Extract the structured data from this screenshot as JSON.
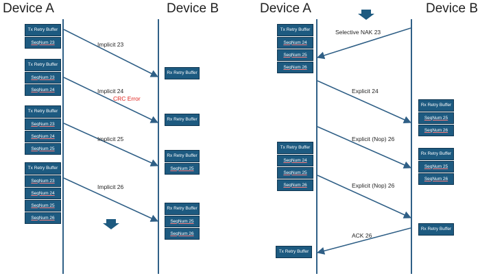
{
  "headers": {
    "left_device_a": "Device A",
    "left_device_b": "Device B",
    "right_device_a": "Device A",
    "right_device_b": "Device B"
  },
  "common": {
    "tx_retry": "Tx Retry Buffer",
    "rx_retry": "Rx Retry Buffer",
    "seq23": "SeqNum 23",
    "seq24": "SeqNum 24",
    "seq25": "SeqNum 25",
    "seq26": "SeqNum 26"
  },
  "left_messages": {
    "m1": "Implicit 23",
    "m2": "Implicit 24",
    "m2_error": "CRC Error",
    "m3": "Implicit 25",
    "m4": "Implicit 26"
  },
  "right_messages": {
    "m1": "Selective NAK 23",
    "m2": "Explicit 24",
    "m3": "Explicit (Nop) 26",
    "m4": "Explicit (Nop) 26",
    "m5": "ACK 26"
  },
  "colors": {
    "box_fill": "#1d5a80",
    "lifeline": "#2f5f86",
    "error_text": "#e0201b"
  }
}
